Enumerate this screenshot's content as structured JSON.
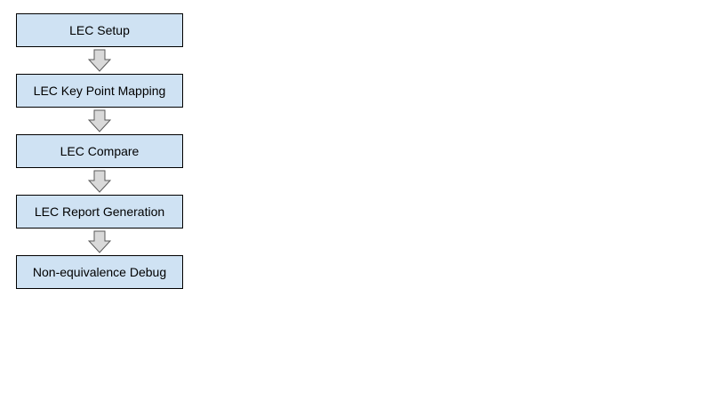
{
  "flowchart": {
    "steps": [
      {
        "label": "LEC Setup"
      },
      {
        "label": "LEC Key Point Mapping"
      },
      {
        "label": "LEC Compare"
      },
      {
        "label": "LEC Report Generation"
      },
      {
        "label": "Non-equivalence Debug"
      }
    ],
    "colors": {
      "box_fill": "#cfe2f3",
      "box_border": "#000000",
      "arrow_fill": "#d9d9d9",
      "arrow_stroke": "#595959"
    },
    "arrow_icon": "down-arrow-icon"
  }
}
